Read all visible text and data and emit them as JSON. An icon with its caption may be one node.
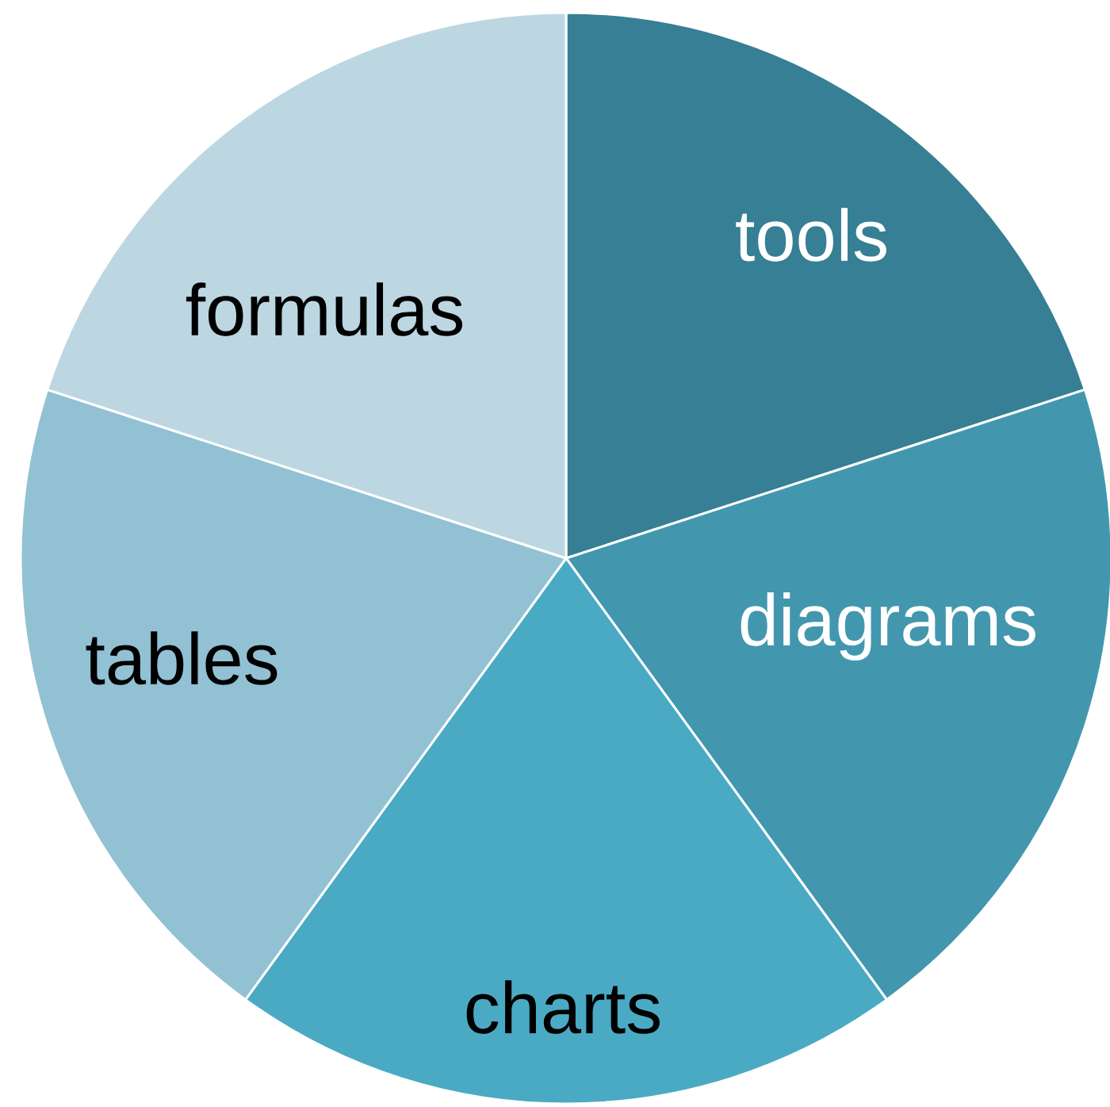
{
  "diagram": {
    "nodes": [
      {
        "text": [
          "tools"
        ]
      },
      {
        "text": [
          "diagrams"
        ]
      },
      {
        "text": [
          "charts"
        ]
      },
      {
        "text": [
          "tables"
        ]
      },
      {
        "text": [
          "formulas"
        ]
      }
    ]
  }
}
